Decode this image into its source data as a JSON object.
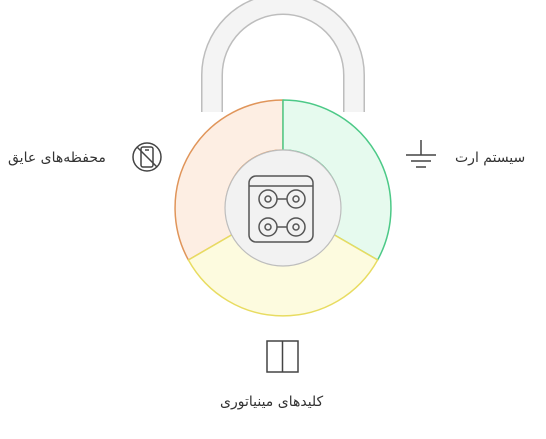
{
  "labels": {
    "left": "محفظه‌های عایق",
    "right": "سیستم ارت",
    "bottom": "کلیدهای مینیاتوری"
  },
  "segments": [
    {
      "name": "insulating-enclosures",
      "fill": "#FDEEE3",
      "stroke": "#E0955A"
    },
    {
      "name": "earthing-system",
      "fill": "#E6FAEE",
      "stroke": "#4CC987"
    },
    {
      "name": "miniature-circuit-breakers",
      "fill": "#FDFBDF",
      "stroke": "#E8DC61"
    }
  ],
  "shackle_color": "#BDBDBD",
  "center_color": "#F2F2F2",
  "icons": {
    "left": "no-mobile-phone-icon",
    "right": "ground-icon",
    "bottom": "breaker-switch-icon",
    "center": "electric-stove-icon"
  }
}
